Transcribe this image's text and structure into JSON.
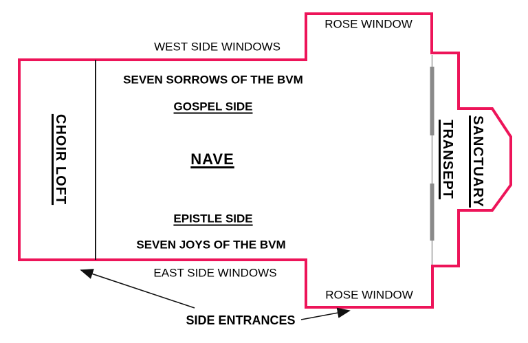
{
  "diagram": {
    "type": "church-floor-plan",
    "colors": {
      "outline": "#ed1459",
      "divider": "#1a1a1a",
      "rail_thin": "#9c9c9c",
      "rail_thick": "#8a8a8a",
      "arrow": "#111111",
      "text": "#000000",
      "background": "#ffffff"
    },
    "rooms": {
      "nave": "NAVE",
      "choir_loft": "CHOIR LOFT",
      "transept": "TRANSEPT",
      "sanctuary": "SANCTUARY"
    },
    "labels": {
      "rose_window_top": "ROSE WINDOW",
      "west_side_windows": "WEST SIDE WINDOWS",
      "seven_sorrows": "SEVEN SORROWS OF THE BVM",
      "gospel_side": "GOSPEL SIDE",
      "epistle_side": "EPISTLE SIDE",
      "seven_joys": "SEVEN JOYS OF THE BVM",
      "east_side_windows": "EAST SIDE WINDOWS",
      "rose_window_bottom": "ROSE WINDOW",
      "side_entrances": "SIDE ENTRANCES"
    }
  }
}
